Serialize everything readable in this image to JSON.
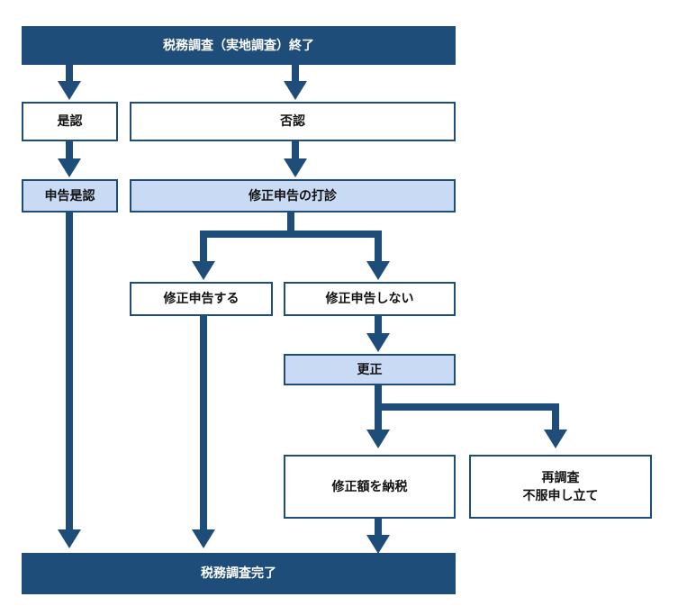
{
  "diagram": {
    "accent_color": "#1f4d7a",
    "light_fill_color": "#c9daf5",
    "nodes": {
      "start": "税務調査（実地調査）終了",
      "agree": "是認",
      "disagree": "否認",
      "agree_notice": "申告是認",
      "amend_advice": "修正申告の打診",
      "amend_yes": "修正申告する",
      "amend_no": "修正申告しない",
      "correction": "更正",
      "pay": "修正額を納税",
      "appeal_line1": "再調査",
      "appeal_line2": "不服申し立て",
      "end": "税務調査完了"
    }
  }
}
